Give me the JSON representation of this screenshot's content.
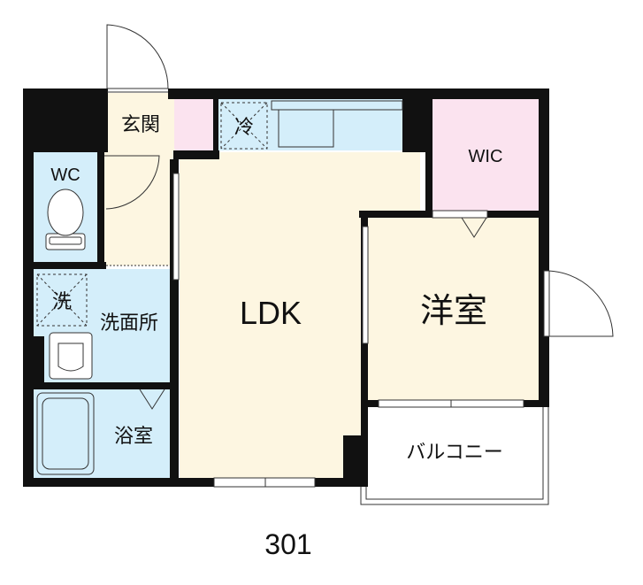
{
  "rooms": {
    "genkan": "玄関",
    "wc": "WC",
    "fridge": "冷",
    "wic": "WIC",
    "washer": "洗",
    "washroom": "洗面所",
    "ldk": "LDK",
    "western_room": "洋室",
    "bath": "浴室",
    "balcony": "バルコニー"
  },
  "unit_number": "301",
  "colors": {
    "wall": "#111111",
    "ldk_floor": "#fdf6e1",
    "wet_area": "#d4eefa",
    "wic_floor": "#fbe3ef",
    "genkan_floor": "#fdf6e1",
    "balcony": "#ffffff"
  }
}
